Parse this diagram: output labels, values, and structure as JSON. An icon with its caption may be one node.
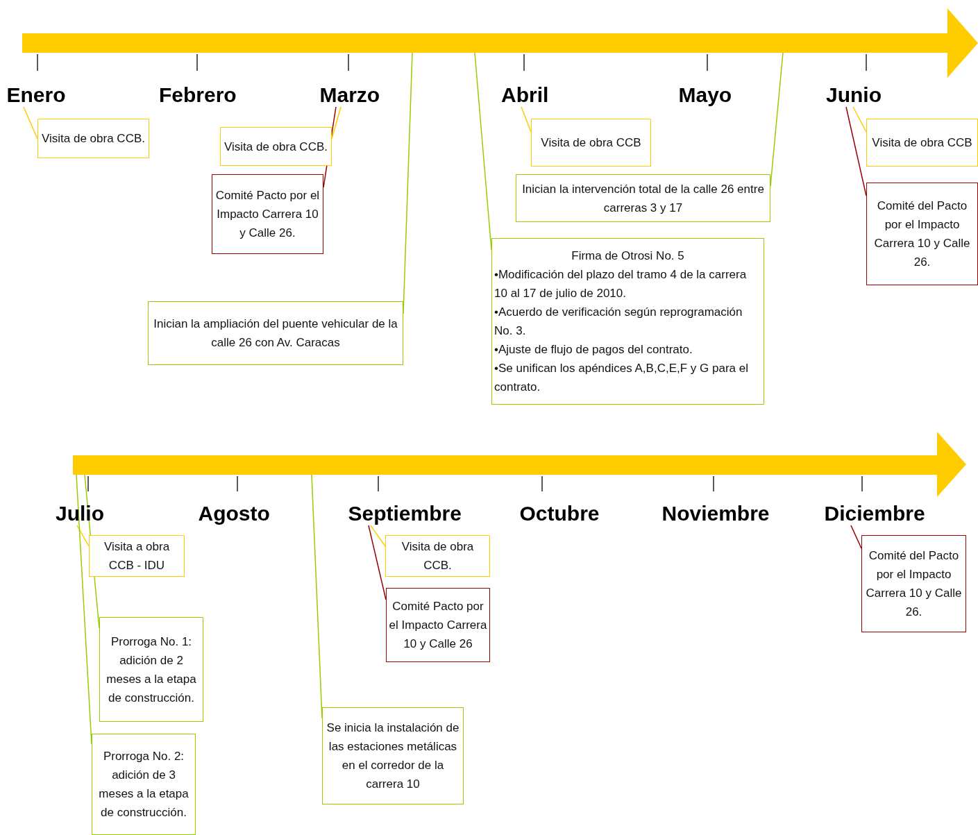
{
  "diagram": {
    "nodes": [
      {
        "text": [],
        "shape": "arrow"
      },
      {
        "text": [],
        "shape": "arrow"
      },
      {
        "text": [
          "Enero"
        ]
      },
      {
        "text": [
          "Febrero"
        ]
      },
      {
        "text": [
          "Marzo"
        ]
      },
      {
        "text": [
          "Abril"
        ]
      },
      {
        "text": [
          "Mayo"
        ]
      },
      {
        "text": [
          "Junio"
        ]
      },
      {
        "text": [
          "Julio"
        ]
      },
      {
        "text": [
          "Agosto"
        ]
      },
      {
        "text": [
          "Septiembre"
        ]
      },
      {
        "text": [
          "Octubre"
        ]
      },
      {
        "text": [
          "Noviembre"
        ]
      },
      {
        "text": [
          "Diciembre"
        ]
      },
      {
        "text": [
          "Visita de obra CCB."
        ]
      },
      {
        "text": [
          "Visita de obra CCB."
        ]
      },
      {
        "text": [
          "Comité Pacto por el Impacto Carrera 10 y Calle 26."
        ]
      },
      {
        "text": [
          "Inician la ampliación del puente vehicular de la calle 26 con Av. Caracas"
        ]
      },
      {
        "text": [
          "Visita de obra CCB"
        ]
      },
      {
        "text": [
          "Inician la intervención total de la calle 26 entre carreras 3 y 17"
        ]
      },
      {
        "text": [
          "Firma de Otrosi No. 5",
          "•Modificación del plazo del tramo 4 de la carrera 10 al 17 de julio de 2010.",
          "•Acuerdo de verificación según reprogramación No. 3.",
          "•Ajuste de flujo de pagos del contrato.",
          "•Se unifican los apéndices A,B,C,E,F y G para el contrato."
        ]
      },
      {
        "text": [
          "Visita de obra CCB"
        ]
      },
      {
        "text": [
          "Comité del Pacto por el Impacto Carrera 10 y Calle 26."
        ]
      },
      {
        "text": [
          "Visita a obra CCB - IDU"
        ]
      },
      {
        "text": [
          "Prorroga No. 1: adición de 2 meses a la etapa de construcción."
        ]
      },
      {
        "text": [
          "Prorroga No. 2: adición de 3 meses a la etapa de construcción."
        ]
      },
      {
        "text": [
          "Visita de obra CCB."
        ]
      },
      {
        "text": [
          "Comité Pacto por el Impacto Carrera 10 y Calle 26"
        ]
      },
      {
        "text": [
          "Se inicia la instalación de las estaciones metálicas en el corredor de la carrera 10"
        ]
      },
      {
        "text": [
          "Comité del Pacto por el Impacto Carrera 10 y Calle 26."
        ]
      }
    ],
    "edges": [
      {
        "from": 14,
        "to": 2,
        "arrow": "none",
        "color": "#ffcc00"
      },
      {
        "from": 15,
        "to": 4,
        "arrow": "none",
        "color": "#ffcc00"
      },
      {
        "from": 16,
        "to": 4,
        "arrow": "none",
        "color": "#990000"
      },
      {
        "from": 17,
        "to": 0,
        "arrow": "none",
        "color": "#99cc00"
      },
      {
        "from": 18,
        "to": 5,
        "arrow": "none",
        "color": "#ffcc00"
      },
      {
        "from": 19,
        "to": 0,
        "arrow": "none",
        "color": "#99cc00"
      },
      {
        "from": 20,
        "to": 0,
        "arrow": "none",
        "color": "#99cc00"
      },
      {
        "from": 21,
        "to": 7,
        "arrow": "none",
        "color": "#ffcc00"
      },
      {
        "from": 22,
        "to": 7,
        "arrow": "none",
        "color": "#990000"
      },
      {
        "from": 23,
        "to": 8,
        "arrow": "none",
        "color": "#ffcc00"
      },
      {
        "from": 24,
        "to": 1,
        "arrow": "none",
        "color": "#99cc00"
      },
      {
        "from": 25,
        "to": 1,
        "arrow": "none",
        "color": "#99cc00"
      },
      {
        "from": 26,
        "to": 10,
        "arrow": "none",
        "color": "#ffcc00"
      },
      {
        "from": 27,
        "to": 10,
        "arrow": "none",
        "color": "#990000"
      },
      {
        "from": 28,
        "to": 1,
        "arrow": "none",
        "color": "#99cc00"
      },
      {
        "from": 29,
        "to": 13,
        "arrow": "none",
        "color": "#990000"
      }
    ]
  }
}
